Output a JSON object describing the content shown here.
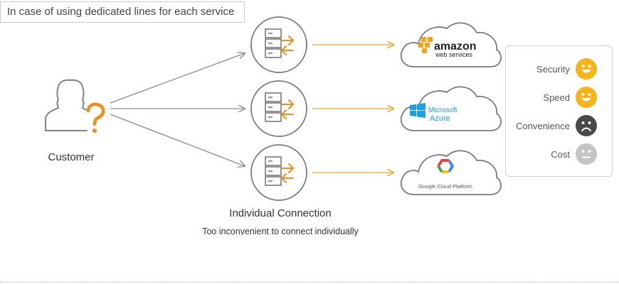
{
  "title": "In case of using dedicated lines for each service",
  "customer": {
    "label": "Customer",
    "icon": "user-question-icon"
  },
  "connection": {
    "title": "Individual Connection",
    "subtitle": "Too inconvenient to connect individually",
    "icon": "server-exchange-icon"
  },
  "clouds": [
    {
      "name": "amazon-web-services",
      "logo_text": "amazon",
      "logo_subtext": "web services"
    },
    {
      "name": "microsoft-azure",
      "logo_text": "Microsoft",
      "logo_subtext": "Azure"
    },
    {
      "name": "google-cloud-platform",
      "logo_text": "Google Cloud Platform"
    }
  ],
  "ratings": [
    {
      "label": "Security",
      "mood": "happy",
      "color": "#f7b418"
    },
    {
      "label": "Speed",
      "mood": "happy",
      "color": "#f7b418"
    },
    {
      "label": "Convenience",
      "mood": "sad",
      "color": "#4a4a4a"
    },
    {
      "label": "Cost",
      "mood": "neutral",
      "color": "#c4c4c4"
    }
  ],
  "colors": {
    "accent_orange": "#f28c1a",
    "line_gray": "#8c8c8c",
    "icon_gray": "#7a7a7a",
    "arrow_orange": "#f5a623",
    "azure_blue": "#1ba1e2"
  }
}
